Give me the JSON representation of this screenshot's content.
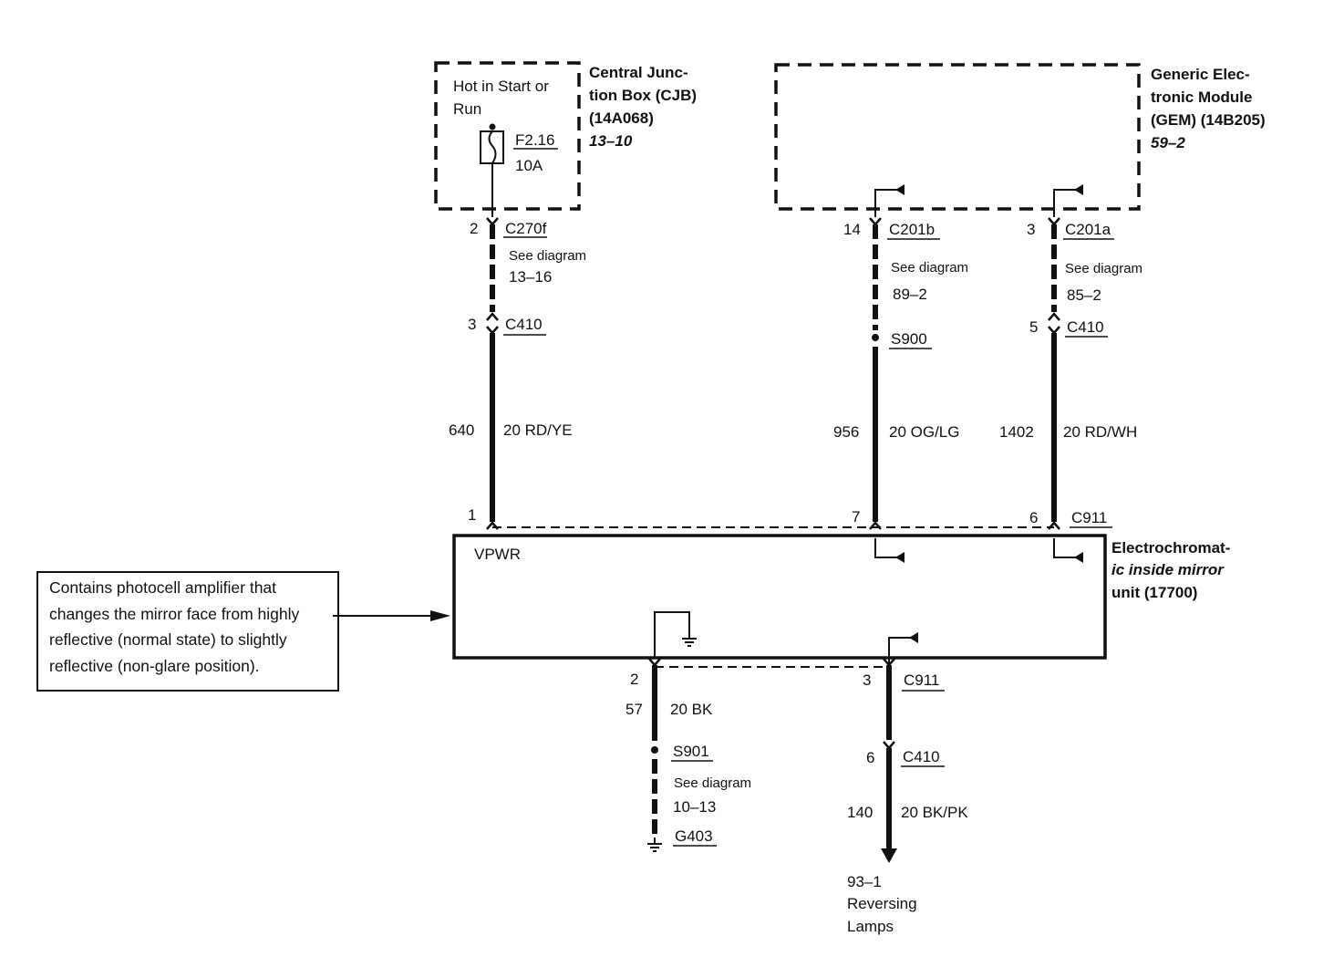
{
  "cjb": {
    "hot_label_1": "Hot in Start or",
    "hot_label_2": "Run",
    "fuse_id": "F2.16",
    "fuse_rating": "10A",
    "name_1": "Central Junc-",
    "name_2": "tion Box (CJB)",
    "part": "(14A068)",
    "ref": "13–10"
  },
  "gem": {
    "name_1": "Generic Elec-",
    "name_2": "tronic Module",
    "part": "(GEM) (14B205)",
    "ref": "59–2"
  },
  "wire_640": {
    "pin_top": "2",
    "conn_top": "C270f",
    "see_1": "See diagram",
    "see_2": "13–16",
    "pin_mid": "3",
    "conn_mid": "C410",
    "circuit": "640",
    "gauge_color": "20 RD/YE",
    "pin_bottom": "1"
  },
  "wire_956": {
    "pin_top": "14",
    "conn_top": "C201b",
    "see_1": "See diagram",
    "see_2": "89–2",
    "splice": "S900",
    "circuit": "956",
    "gauge_color": "20 OG/LG",
    "pin_bottom": "7"
  },
  "wire_1402": {
    "pin_top": "3",
    "conn_top": "C201a",
    "see_1": "See diagram",
    "see_2": "85–2",
    "pin_mid": "5",
    "conn_mid": "C410",
    "circuit": "1402",
    "gauge_color": "20 RD/WH",
    "pin_bottom": "6",
    "conn_bottom": "C911"
  },
  "mirror": {
    "vpwr": "VPWR",
    "name_1": "Electrochromat-",
    "name_2": "ic inside mirror",
    "name_3": "unit (17700)"
  },
  "wire_57": {
    "pin_top": "2",
    "circuit": "57",
    "gauge_color": "20 BK",
    "splice": "S901",
    "see_1": "See diagram",
    "see_2": "10–13",
    "ground": "G403"
  },
  "wire_140": {
    "pin_top": "3",
    "conn_top": "C911",
    "pin_mid": "6",
    "conn_mid": "C410",
    "circuit": "140",
    "gauge_color": "20 BK/PK",
    "dest_ref": "93–1",
    "dest_1": "Reversing",
    "dest_2": "Lamps"
  },
  "note": {
    "text": "Contains photocell amplifier that changes the mirror face from highly reflective (normal state) to slightly reflective (non-glare position)."
  }
}
